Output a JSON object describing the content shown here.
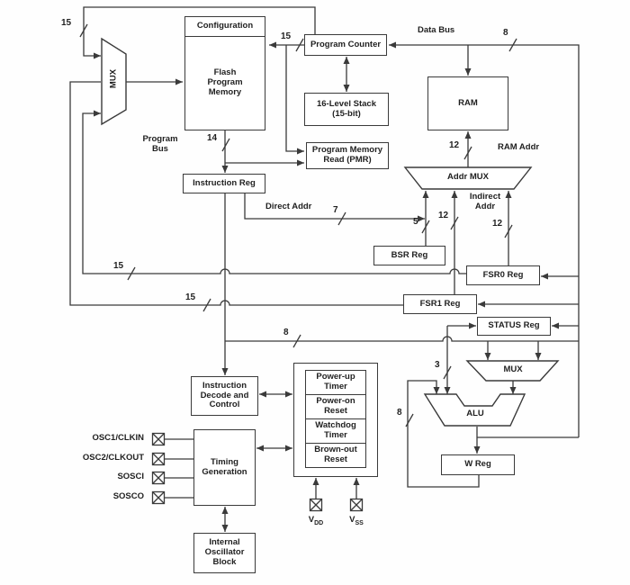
{
  "blocks": {
    "configuration": "Configuration",
    "flash_program_memory": "Flash\nProgram\nMemory",
    "program_counter": "Program Counter",
    "stack": "16-Level Stack\n(15-bit)",
    "program_memory_read": "Program Memory\nRead (PMR)",
    "ram": "RAM",
    "instruction_reg": "Instruction Reg",
    "bsr_reg": "BSR Reg",
    "fsr0_reg": "FSR0 Reg",
    "fsr1_reg": "FSR1 Reg",
    "status_reg": "STATUS Reg",
    "addr_mux": "Addr MUX",
    "mux_left": "MUX",
    "mux_right": "MUX",
    "alu": "ALU",
    "w_reg": "W Reg",
    "instruction_decode": "Instruction\nDecode and\nControl",
    "timing_generation": "Timing\nGeneration",
    "internal_oscillator": "Internal\nOscillator\nBlock",
    "power_up_timer": "Power-up\nTimer",
    "power_on_reset": "Power-on\nReset",
    "watchdog_timer": "Watchdog\nTimer",
    "brown_out_reset": "Brown-out\nReset"
  },
  "wire_labels": {
    "program_bus": "Program\nBus",
    "data_bus": "Data Bus",
    "ram_addr": "RAM Addr",
    "direct_addr": "Direct Addr",
    "indirect_addr": "Indirect\nAddr"
  },
  "bus_widths": {
    "pc_to_flash_mux": "15",
    "pc_addr": "15",
    "data_bus": "8",
    "instruction": "14",
    "ram_addr": "12",
    "fsr1_indirect": "12",
    "fsr0_indirect": "12",
    "bsr": "5",
    "direct_addr": "7",
    "fsr0_program": "15",
    "fsr1_program": "15",
    "data_to_mux": "8",
    "status_flags": "3",
    "w_feedback": "8"
  },
  "pins": {
    "osc1": "OSC1/CLKIN",
    "osc2": "OSC2/CLKOUT",
    "sosci": "SOSCI",
    "sosco": "SOSCO",
    "vdd_base": "V",
    "vdd_sub": "DD",
    "vss_base": "V",
    "vss_sub": "SS"
  },
  "colors": {
    "line": "#3a3a3a",
    "text": "#1f1f1f",
    "background": "#ffffff"
  }
}
